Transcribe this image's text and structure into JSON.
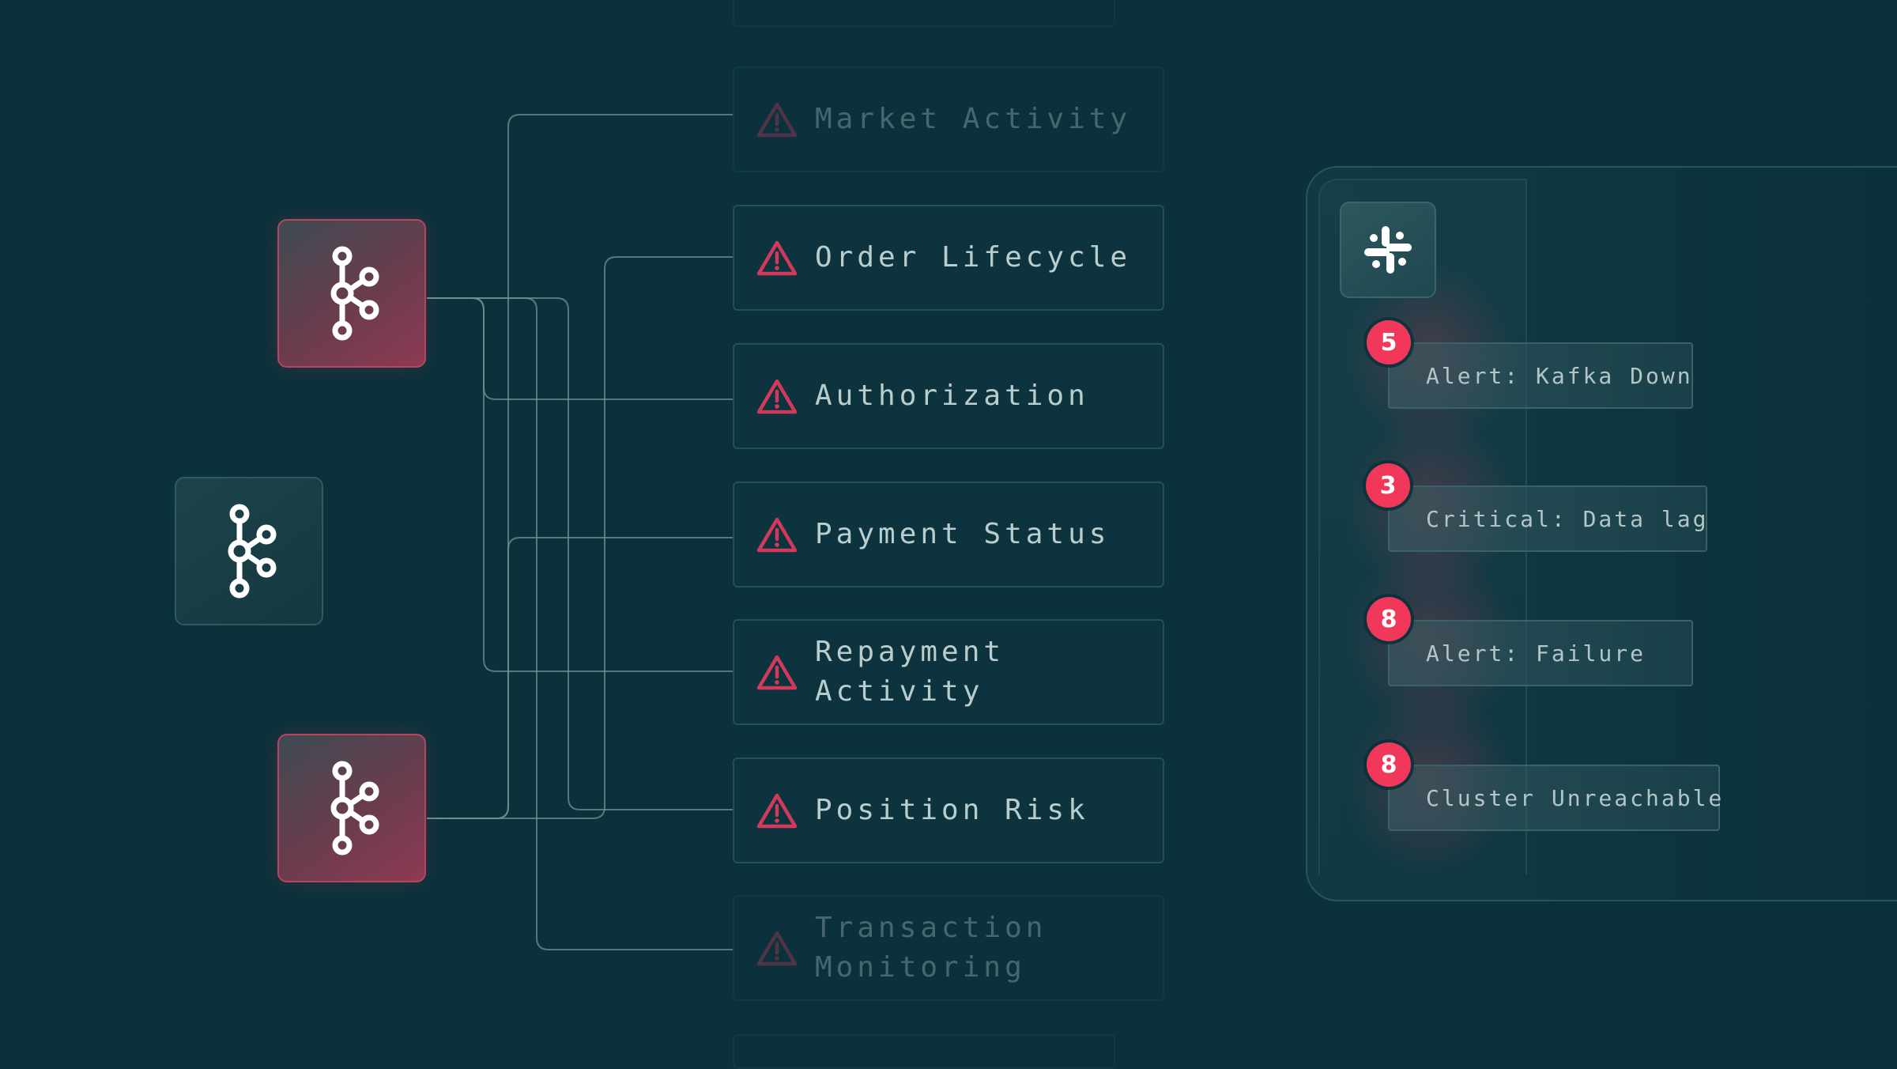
{
  "colors": {
    "background": "#0b313b",
    "wire": "#6f9196",
    "alert_red": "#f2385a",
    "warning_icon": "#d23a5c"
  },
  "kafka_nodes": [
    {
      "id": "kafka-broker-top",
      "state": "alert",
      "icon": "kafka-icon"
    },
    {
      "id": "kafka-broker-middle",
      "state": "normal",
      "icon": "kafka-icon"
    },
    {
      "id": "kafka-broker-bottom",
      "state": "alert",
      "icon": "kafka-icon"
    }
  ],
  "topics": [
    {
      "label": "Market Activity",
      "faded": true
    },
    {
      "label": "Order Lifecycle",
      "faded": false
    },
    {
      "label": "Authorization",
      "faded": false
    },
    {
      "label": "Payment Status",
      "faded": false
    },
    {
      "label": "Repayment Activity",
      "faded": false
    },
    {
      "label": "Position Risk",
      "faded": false
    },
    {
      "label": "Transaction\nMonitoring",
      "faded": true
    }
  ],
  "slack": {
    "icon": "slack-icon",
    "alerts": [
      {
        "count": "5",
        "text": "Alert: Kafka Down"
      },
      {
        "count": "3",
        "text": "Critical: Data lag"
      },
      {
        "count": "8",
        "text": "Alert: Failure"
      },
      {
        "count": "8",
        "text": "Cluster Unreachable"
      }
    ]
  }
}
